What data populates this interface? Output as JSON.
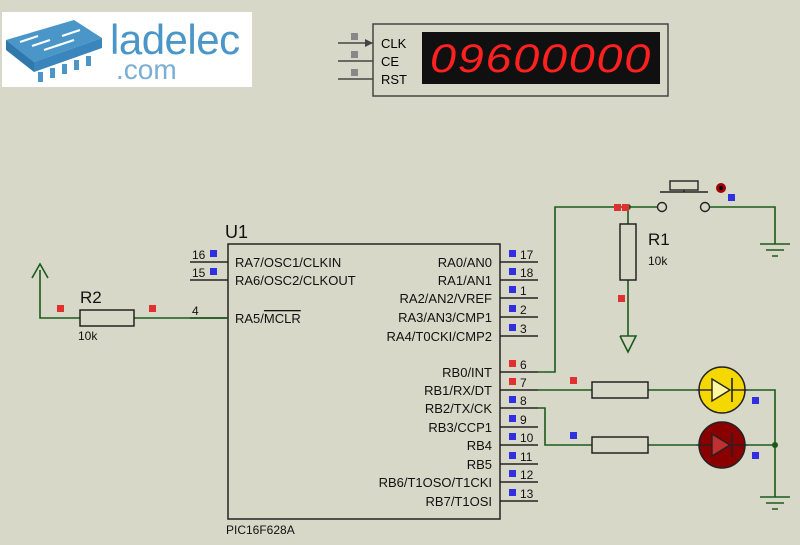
{
  "logo": {
    "name": "ladelec",
    "suffix": ".com"
  },
  "counter": {
    "pins": [
      "CLK",
      "CE",
      "RST"
    ],
    "display": "09600000",
    "display_color": "#ff2020"
  },
  "mcu": {
    "ref": "U1",
    "part": "PIC16F628A",
    "left_pins": [
      {
        "num": "16",
        "name": "RA7/OSC1/CLKIN"
      },
      {
        "num": "15",
        "name": "RA6/OSC2/CLKOUT"
      },
      {
        "num": "4",
        "name": "RA5/MCLR"
      }
    ],
    "right_pins": [
      {
        "num": "17",
        "name": "RA0/AN0"
      },
      {
        "num": "18",
        "name": "RA1/AN1"
      },
      {
        "num": "1",
        "name": "RA2/AN2/VREF"
      },
      {
        "num": "2",
        "name": "RA3/AN3/CMP1"
      },
      {
        "num": "3",
        "name": "RA4/T0CKI/CMP2"
      },
      {
        "num": "6",
        "name": "RB0/INT"
      },
      {
        "num": "7",
        "name": "RB1/RX/DT"
      },
      {
        "num": "8",
        "name": "RB2/TX/CK"
      },
      {
        "num": "9",
        "name": "RB3/CCP1"
      },
      {
        "num": "10",
        "name": "RB4"
      },
      {
        "num": "11",
        "name": "RB5"
      },
      {
        "num": "12",
        "name": "RB6/T1OSO/T1CKI"
      },
      {
        "num": "13",
        "name": "RB7/T1OSI"
      }
    ]
  },
  "r1": {
    "ref": "R1",
    "value": "10k"
  },
  "r2": {
    "ref": "R2",
    "value": "10k"
  },
  "colors": {
    "background": "#d8d8c8",
    "wire": "#1a5a1a",
    "body_fill": "#d8d8c8",
    "pin_red": "#e03030",
    "pin_blue": "#3030e0",
    "led_on": "#f5d800",
    "led_off": "#8a0000"
  }
}
